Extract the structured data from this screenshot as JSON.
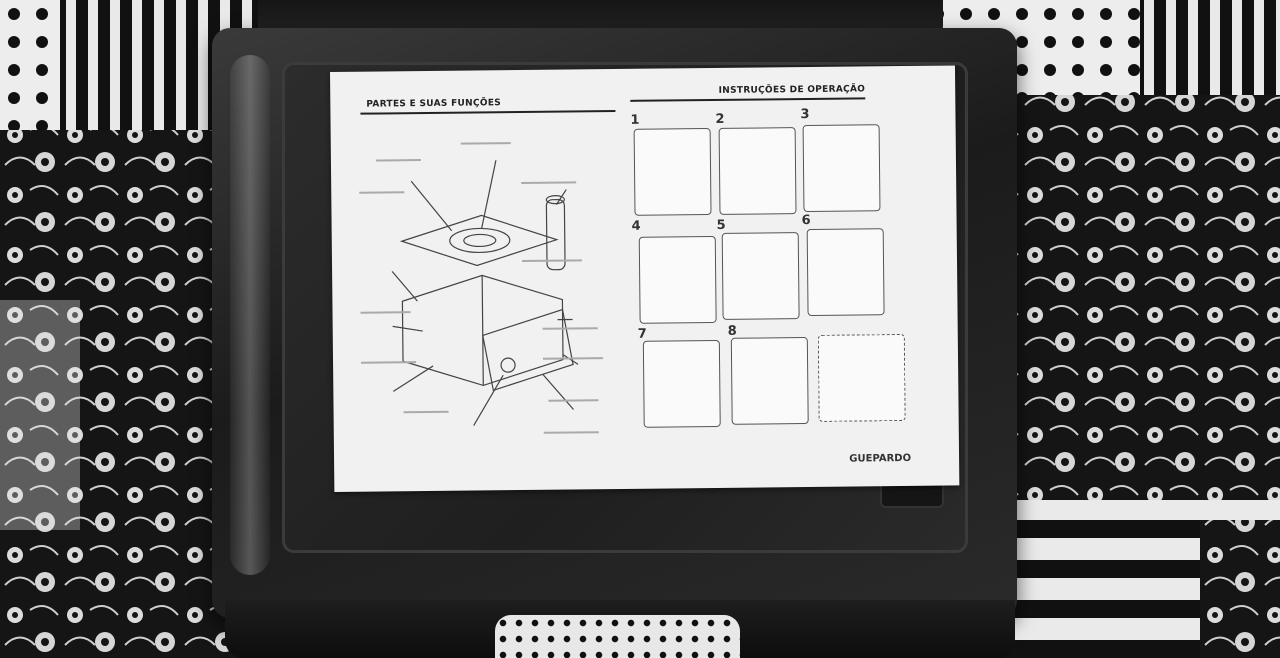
{
  "sheet": {
    "left_title": "PARTES E SUAS FUNÇÕES",
    "right_title": "INSTRUÇÕES DE OPERAÇÃO",
    "brand": "GUEPARDO",
    "steps": [
      "1",
      "2",
      "3",
      "4",
      "5",
      "6",
      "7",
      "8"
    ]
  },
  "colors": {
    "case": "#1e1e1e",
    "sheet": "#f1f1f1",
    "fabric_dark": "#141414",
    "fabric_light": "#ececec"
  }
}
